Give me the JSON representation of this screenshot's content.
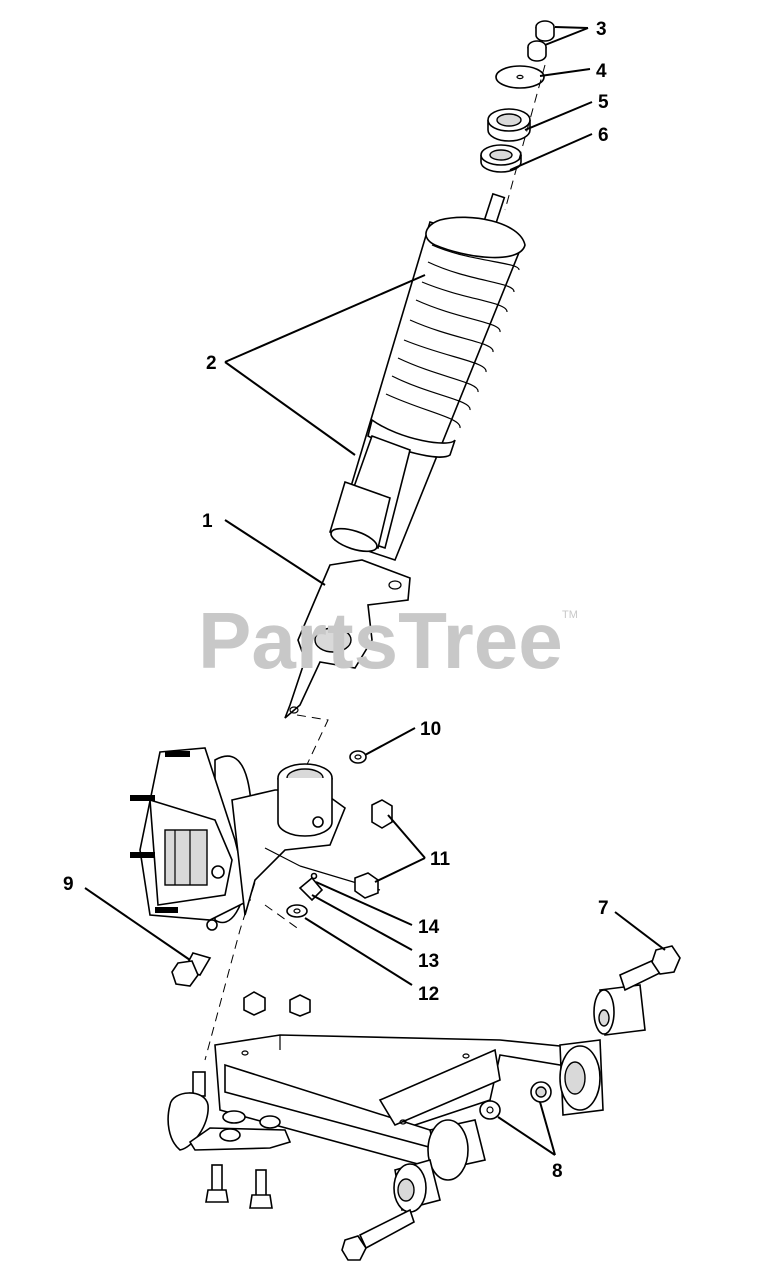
{
  "watermark": {
    "text": "PartsTree",
    "trademark": "TM"
  },
  "callouts": [
    {
      "num": "1"
    },
    {
      "num": "2"
    },
    {
      "num": "3"
    },
    {
      "num": "4"
    },
    {
      "num": "5"
    },
    {
      "num": "6"
    },
    {
      "num": "7"
    },
    {
      "num": "8"
    },
    {
      "num": "9"
    },
    {
      "num": "10"
    },
    {
      "num": "11"
    },
    {
      "num": "12"
    },
    {
      "num": "13"
    },
    {
      "num": "14"
    }
  ]
}
